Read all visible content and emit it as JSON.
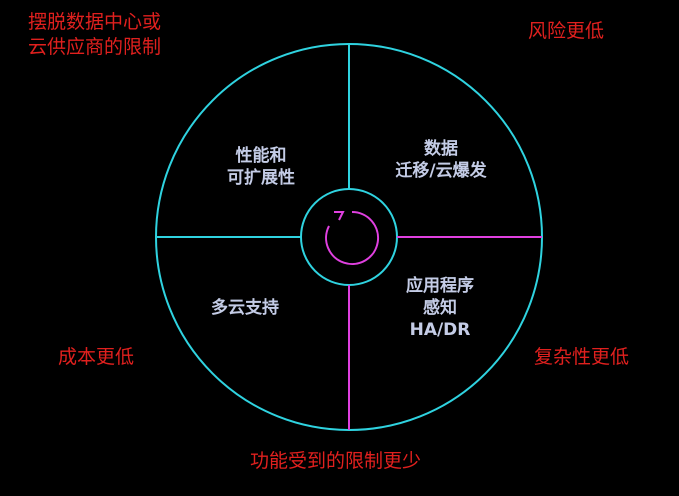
{
  "colors": {
    "background": "#000000",
    "ring_stroke": "#2fd3e0",
    "accent_line": "#e040e0",
    "corner_text": "#e0201e",
    "quadrant_text": "#c4cce6"
  },
  "corners": {
    "top_left": [
      "摆脱数据中心或",
      "云供应商的限制"
    ],
    "top_right": "风险更低",
    "bottom_left": "成本更低",
    "bottom_right": "复杂性更低",
    "bottom_center": "功能受到的限制更少"
  },
  "quadrants": {
    "top_left": [
      "性能和",
      "可扩展性"
    ],
    "top_right": [
      "数据",
      "迁移/云爆发"
    ],
    "bottom_left": [
      "多云支持"
    ],
    "bottom_right": [
      "应用程序",
      "感知",
      "HA/DR"
    ]
  },
  "center": {
    "icon": "cycle-arrow-icon"
  }
}
